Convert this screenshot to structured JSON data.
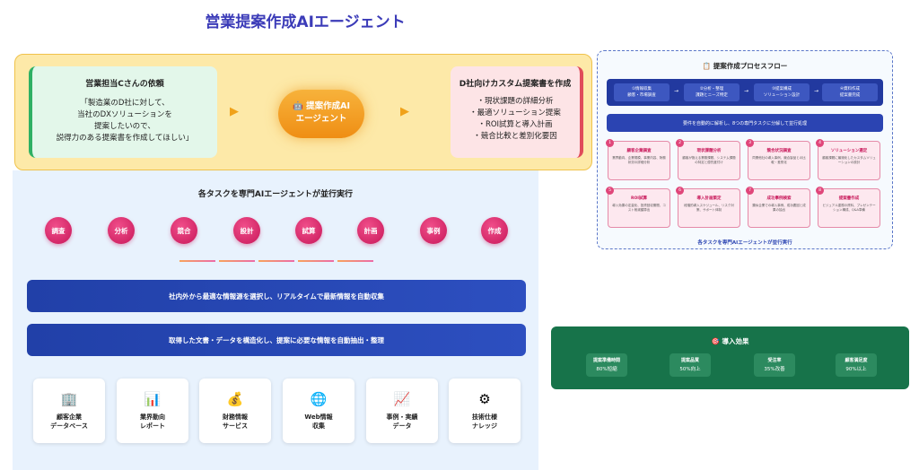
{
  "title": "営業提案作成AIエージェント",
  "request_card": {
    "heading": "営業担当Cさんの依頼",
    "lines": [
      "「製造業のD社に対して、",
      "当社のDXソリューションを",
      "提案したいので、",
      "説得力のある提案書を作成してほしい」"
    ]
  },
  "agent": {
    "icon": "robot-icon",
    "line1": "提案作成AI",
    "line2": "エージェント"
  },
  "output_card": {
    "heading": "D社向けカスタム提案書を作成",
    "lines": [
      "・現状課題の詳細分析",
      "・最適ソリューション提案",
      "・ROI試算と導入計画",
      "・競合比較と差別化要因"
    ]
  },
  "parallel_title": "各タスクを専門AIエージェントが並行実行",
  "tasks": [
    "調査",
    "分析",
    "競合",
    "設計",
    "試算",
    "計画",
    "事例",
    "作成"
  ],
  "bars": [
    "社内外から最適な情報源を選択し、リアルタイムで最新情報を自動収集",
    "取得した文書・データを構造化し、提案に必要な情報を自動抽出・整理"
  ],
  "sources": [
    {
      "icon": "building-icon",
      "glyph": "🏢",
      "line1": "顧客企業",
      "line2": "データベース"
    },
    {
      "icon": "bar-chart-icon",
      "glyph": "📊",
      "line1": "業界動向",
      "line2": "レポート"
    },
    {
      "icon": "money-bag-icon",
      "glyph": "💰",
      "line1": "財務情報",
      "line2": "サービス"
    },
    {
      "icon": "globe-icon",
      "glyph": "🌐",
      "line1": "Web情報",
      "line2": "収集"
    },
    {
      "icon": "trend-chart-icon",
      "glyph": "📈",
      "line1": "事例・実績",
      "line2": "データ"
    },
    {
      "icon": "gear-icon",
      "glyph": "⚙",
      "line1": "技術仕様",
      "line2": "ナレッジ"
    }
  ],
  "process": {
    "title": "📋 提案作成プロセスフロー",
    "steps": [
      {
        "t": "①情報収集",
        "d": "顧客・市場調査"
      },
      {
        "t": "②分析・整理",
        "d": "課題とニーズ特定"
      },
      {
        "t": "③提案構成",
        "d": "ソリューション設計"
      },
      {
        "t": "④資料作成",
        "d": "提案書完成"
      }
    ],
    "summary": "要件を自動的に解析し、8つの専門タスクに分解して並行処理",
    "tasks": [
      {
        "n": "1",
        "t": "顧客企業調査",
        "d": "業界動向、企業規模、事業内容、財務状況の詳細分析"
      },
      {
        "n": "2",
        "t": "現状課題分析",
        "d": "顧客が抱える業務課題、システム課題の特定と優先度付け"
      },
      {
        "n": "3",
        "t": "競合状況調査",
        "d": "同業他社の導入事例、競合製品との比較・差別化"
      },
      {
        "n": "4",
        "t": "ソリューション選定",
        "d": "顧客課題に最適化したカスタムソリューションの設計"
      },
      {
        "n": "5",
        "t": "ROI試算",
        "d": "導入効果の定量化、投資回収期間、コスト削減額算出"
      },
      {
        "n": "6",
        "t": "導入計画策定",
        "d": "段階的導入スケジュール、リスク対策、サポート体制"
      },
      {
        "n": "7",
        "t": "成功事例検索",
        "d": "類似企業での導入事例、成功要因と成果の抽出"
      },
      {
        "n": "8",
        "t": "提案書作成",
        "d": "ビジュアル重視の資料、プレゼンテーション構成、Q&A準備"
      }
    ],
    "footer": "各タスクを専門AIエージェントが並行実行"
  },
  "effects": {
    "title": "🎯 導入効果",
    "metrics": [
      {
        "k": "提案準備時間",
        "v": "80%短縮"
      },
      {
        "k": "提案品質",
        "v": "50%向上"
      },
      {
        "k": "受注率",
        "v": "35%改善"
      },
      {
        "k": "顧客満足度",
        "v": "90%以上"
      }
    ]
  }
}
